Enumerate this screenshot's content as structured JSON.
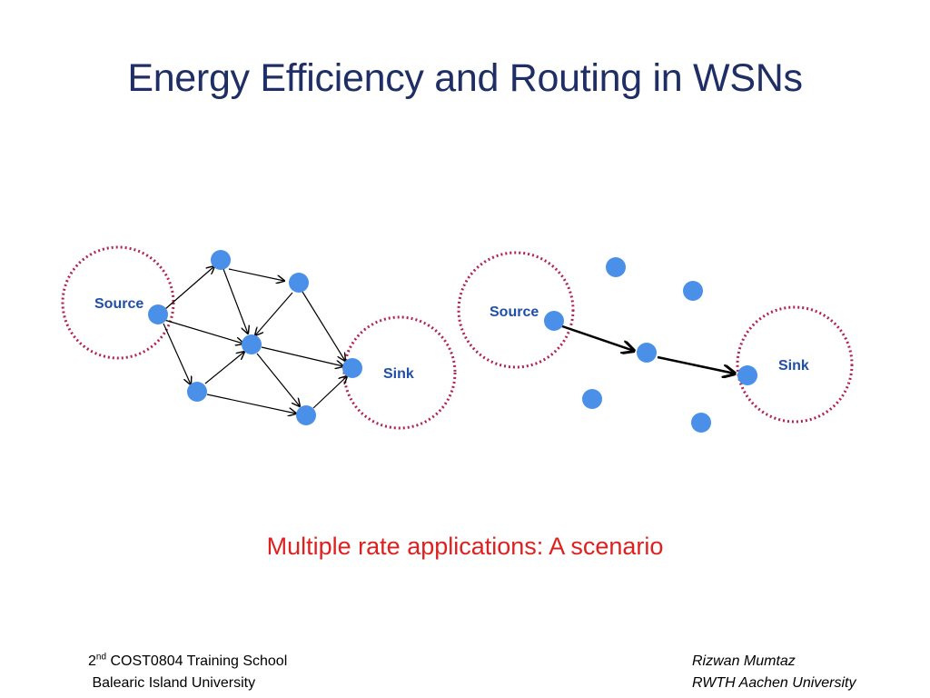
{
  "slide": {
    "title": "Energy Efficiency and Routing in WSNs",
    "caption": "Multiple rate applications: A scenario",
    "footer_left": {
      "line1_prefix": "2",
      "line1_sup": "nd",
      "line1_rest": " COST0804 Training School",
      "line2": "Balearic Island University"
    },
    "footer_right": {
      "line1": "Rizwan Mumtaz",
      "line2": "RWTH Aachen University"
    }
  },
  "diagram": {
    "left": {
      "source_label": "Source",
      "sink_label": "Sink"
    },
    "right": {
      "source_label": "Source",
      "sink_label": "Sink"
    },
    "colors": {
      "node": "#4a90e8",
      "region_border": "#b3234f",
      "label": "#1f4fa8",
      "title": "#1f2f66",
      "caption": "#e01f1f"
    }
  }
}
